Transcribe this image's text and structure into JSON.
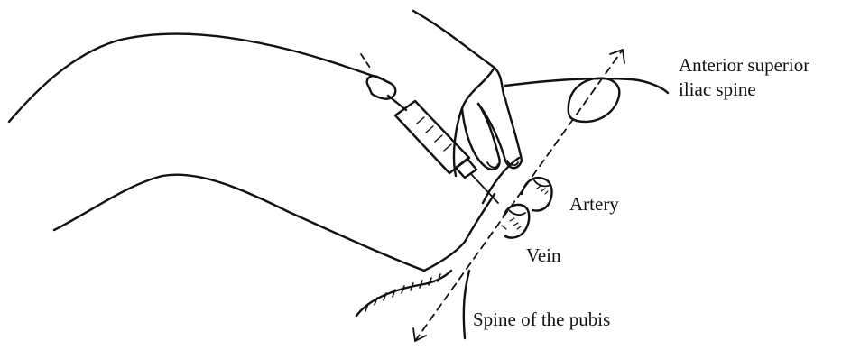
{
  "labels": {
    "asis_line1": "Anterior superior",
    "asis_line2": "iliac spine",
    "artery": "Artery",
    "vein": "Vein",
    "pubis": "Spine of the pubis"
  },
  "colors": {
    "ink": "#111111",
    "background": "#ffffff"
  }
}
